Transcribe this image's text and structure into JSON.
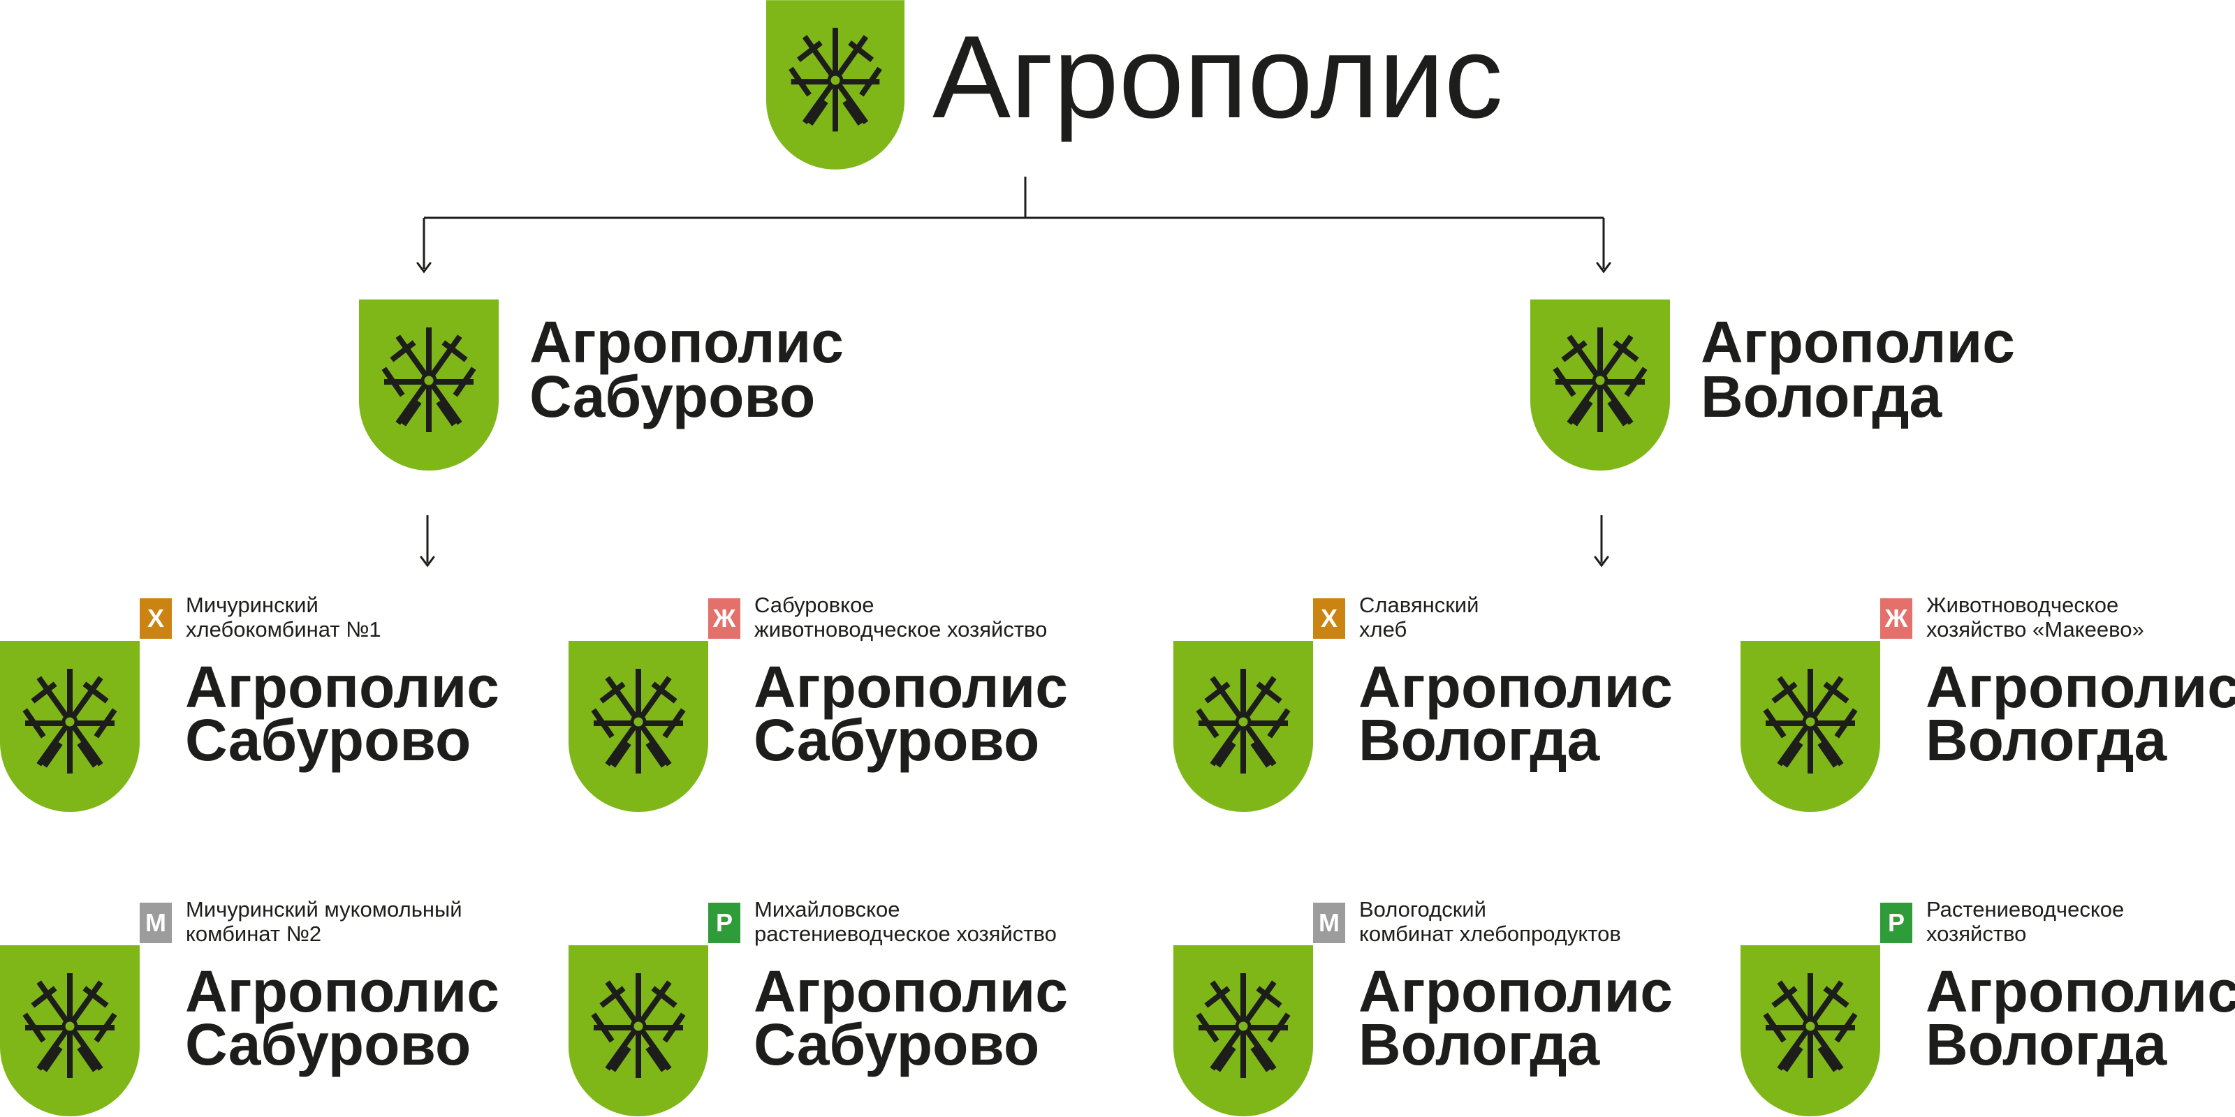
{
  "colors": {
    "shield": "#7fb719",
    "ink": "#1d1d1b",
    "badge_x": "#cb8412",
    "badge_zh": "#e4706b",
    "badge_m": "#9d9c9c",
    "badge_r": "#2f9c3a"
  },
  "icons": {
    "shield": "shield-emblem-icon",
    "emblem": "crossed-ploughs-emblem-icon"
  },
  "root": {
    "name": "Агрополис"
  },
  "regions": [
    {
      "key": "saburovo",
      "line1": "Агрополис",
      "line2": "Сабурово",
      "units": [
        {
          "badge": "Х",
          "badge_color": "#cb8412",
          "caption": [
            "Мичуринский",
            "хлебокомбинат №1"
          ],
          "line1": "Агрополис",
          "line2": "Сабурово"
        },
        {
          "badge": "Ж",
          "badge_color": "#e4706b",
          "caption": [
            "Сабуровкое",
            "животноводческое хозяйство"
          ],
          "line1": "Агрополис",
          "line2": "Сабурово"
        },
        {
          "badge": "М",
          "badge_color": "#9d9c9c",
          "caption": [
            "Мичуринский мукомольный",
            "комбинат №2"
          ],
          "line1": "Агрополис",
          "line2": "Сабурово"
        },
        {
          "badge": "Р",
          "badge_color": "#2f9c3a",
          "caption": [
            "Михайловское",
            "растениеводческое хозяйство"
          ],
          "line1": "Агрополис",
          "line2": "Сабурово"
        }
      ]
    },
    {
      "key": "vologda",
      "line1": "Агрополис",
      "line2": "Вологда",
      "units": [
        {
          "badge": "Х",
          "badge_color": "#cb8412",
          "caption": [
            "Славянский",
            "хлеб"
          ],
          "line1": "Агрополис",
          "line2": "Вологда"
        },
        {
          "badge": "Ж",
          "badge_color": "#e4706b",
          "caption": [
            "Животноводческое",
            "хозяйство «Макеево»"
          ],
          "line1": "Агрополис",
          "line2": "Вологда"
        },
        {
          "badge": "М",
          "badge_color": "#9d9c9c",
          "caption": [
            "Вологодский",
            "комбинат хлебопродуктов"
          ],
          "line1": "Агрополис",
          "line2": "Вологда"
        },
        {
          "badge": "Р",
          "badge_color": "#2f9c3a",
          "caption": [
            "Растениеводческое",
            "хозяйство"
          ],
          "line1": "Агрополис",
          "line2": "Вологда"
        }
      ]
    }
  ]
}
